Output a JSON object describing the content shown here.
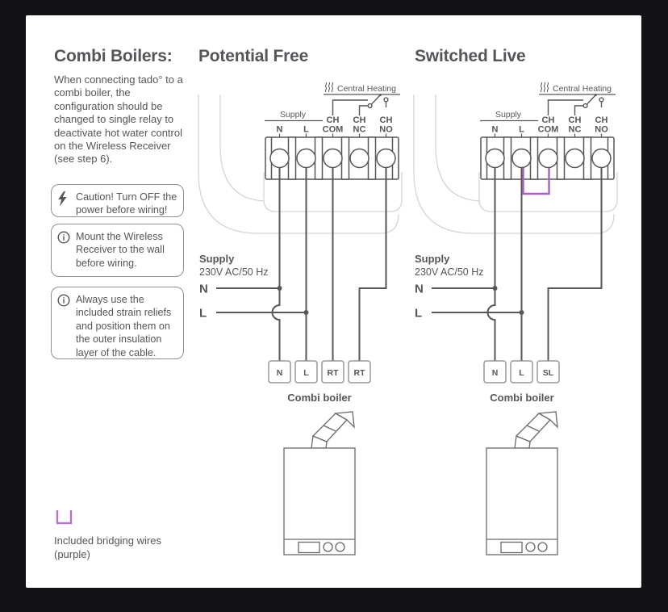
{
  "colors": {
    "background": "#121316",
    "card": "#ffffff",
    "text": "#56565a",
    "wire": "#57575b",
    "housing_outline": "#d5d5d7",
    "box_border": "#98989b",
    "purple": "#aa5fc9"
  },
  "left_column": {
    "title": "Combi Boilers:",
    "intro": "When connecting tado° to a combi boiler, the configuration should be changed to single relay to deactivate hot water control on the Wireless Receiver (see step 6).",
    "notes": [
      {
        "icon": "lightning-bolt-icon",
        "text": "Caution! Turn OFF the power before wiring!"
      },
      {
        "icon": "info-icon",
        "text": "Mount the Wireless Receiver to the wall before wiring."
      },
      {
        "icon": "info-icon",
        "text": "Always use the included strain reliefs and position them on the outer insulation layer of the cable."
      }
    ],
    "legend": {
      "symbol": "purple-bridging-wire",
      "line1": "Included bridging wires",
      "line2": "(purple)"
    }
  },
  "diagrams": [
    {
      "title": "Potential Free",
      "supply_group_label": "Supply",
      "central_heating_label": "Central Heating",
      "heating_icon": "heating-waves-icon",
      "terminal_row_top": [
        "CH",
        "CH",
        "CH"
      ],
      "terminal_row_bottom": [
        "N",
        "L",
        "COM",
        "NC",
        "NO"
      ],
      "supply_title": "Supply",
      "supply_rating": "230V AC/50 Hz",
      "supply_n": "N",
      "supply_l": "L",
      "boiler_terminals": [
        "N",
        "L",
        "RT",
        "RT"
      ],
      "boiler_label": "Combi boiler",
      "bridging_wire": false
    },
    {
      "title": "Switched Live",
      "supply_group_label": "Supply",
      "central_heating_label": "Central Heating",
      "heating_icon": "heating-waves-icon",
      "terminal_row_top": [
        "CH",
        "CH",
        "CH"
      ],
      "terminal_row_bottom": [
        "N",
        "L",
        "COM",
        "NC",
        "NO"
      ],
      "supply_title": "Supply",
      "supply_rating": "230V AC/50 Hz",
      "supply_n": "N",
      "supply_l": "L",
      "boiler_terminals": [
        "N",
        "L",
        "SL"
      ],
      "boiler_label": "Combi boiler",
      "bridging_wire": true
    }
  ]
}
